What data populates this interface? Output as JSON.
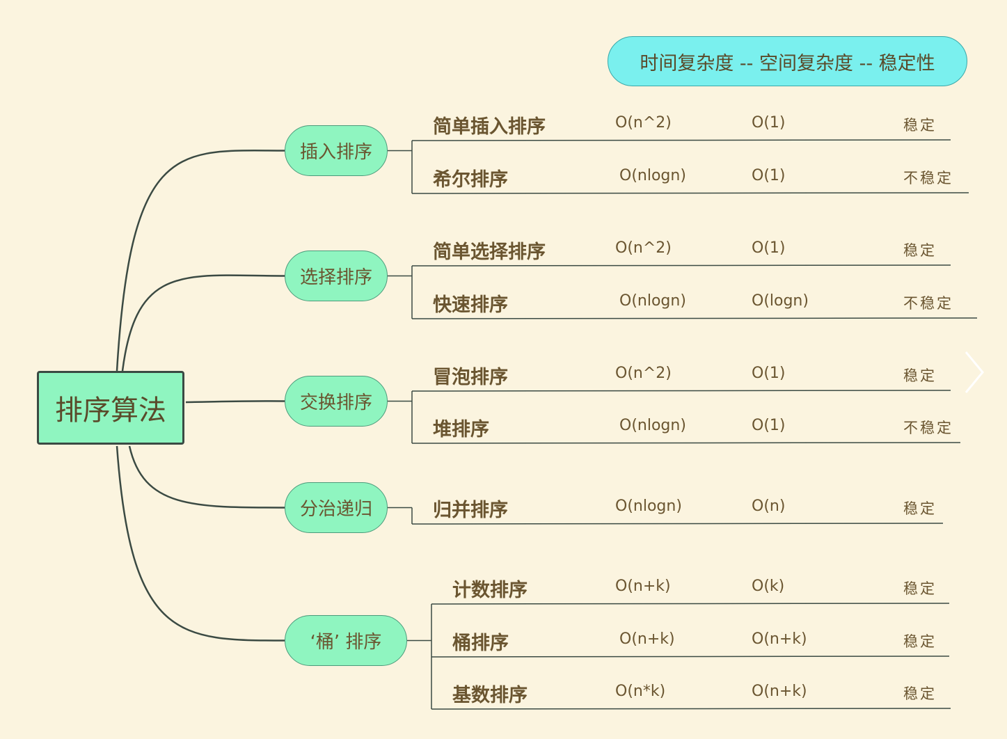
{
  "root": {
    "label": "排序算法"
  },
  "header": {
    "text": "时间复杂度  --  空间复杂度  --  稳定性"
  },
  "categories": [
    {
      "label": "插入排序",
      "items": [
        {
          "name": "简单插入排序",
          "time": "O(n^2)",
          "space": "O(1)",
          "stability": "稳定"
        },
        {
          "name": "希尔排序",
          "time": "O(nlogn)",
          "space": "O(1)",
          "stability": "不稳定"
        }
      ]
    },
    {
      "label": "选择排序",
      "items": [
        {
          "name": "简单选择排序",
          "time": "O(n^2)",
          "space": "O(1)",
          "stability": "稳定"
        },
        {
          "name": "快速排序",
          "time": "O(nlogn)",
          "space": "O(logn)",
          "stability": "不稳定"
        }
      ]
    },
    {
      "label": "交换排序",
      "items": [
        {
          "name": "冒泡排序",
          "time": "O(n^2)",
          "space": "O(1)",
          "stability": "稳定"
        },
        {
          "name": "堆排序",
          "time": "O(nlogn)",
          "space": "O(1)",
          "stability": "不稳定"
        }
      ]
    },
    {
      "label": "分治递归",
      "items": [
        {
          "name": "归并排序",
          "time": "O(nlogn)",
          "space": "O(n)",
          "stability": "稳定"
        }
      ]
    },
    {
      "label": "‘桶’ 排序",
      "items": [
        {
          "name": "计数排序",
          "time": "O(n+k)",
          "space": "O(k)",
          "stability": "稳定"
        },
        {
          "name": "桶排序",
          "time": "O(n+k)",
          "space": "O(n+k)",
          "stability": "稳定"
        },
        {
          "name": "基数排序",
          "time": "O(n*k)",
          "space": "O(n+k)",
          "stability": "稳定"
        }
      ]
    }
  ],
  "colors": {
    "background": "#fbf4df",
    "root_fill": "#8ff5c0",
    "category_fill": "#8ff5c0",
    "header_fill": "#7af0ee",
    "text": "#6a5530",
    "line": "#3b4a43"
  }
}
